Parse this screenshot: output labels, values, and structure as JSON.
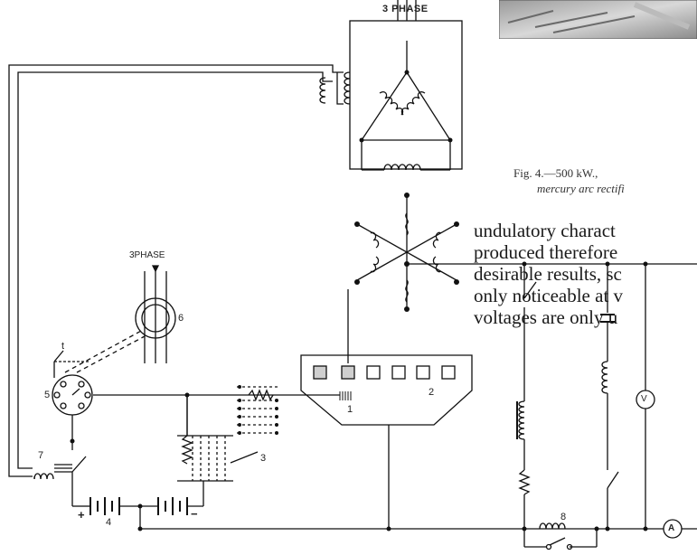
{
  "labels": {
    "three_phase_top": "3 PHASE",
    "three_phase_small": "3PHASE",
    "t_label": "t",
    "num_1": "1",
    "num_2": "2",
    "num_3": "3",
    "num_4": "4",
    "num_5": "5",
    "num_6": "6",
    "num_7": "7",
    "num_8": "8",
    "plus": "+",
    "minus": "−",
    "voltmeter": "V",
    "ammeter": "A"
  },
  "caption": {
    "line1": "Fig. 4.—500 kW.,",
    "line2": "mercury arc rectifi"
  },
  "body_text": {
    "line1": "undulatory charact",
    "line2": "produced therefore",
    "line3": "desirable results, sc",
    "line4": "only noticeable at v",
    "line5": "voltages are only u"
  }
}
